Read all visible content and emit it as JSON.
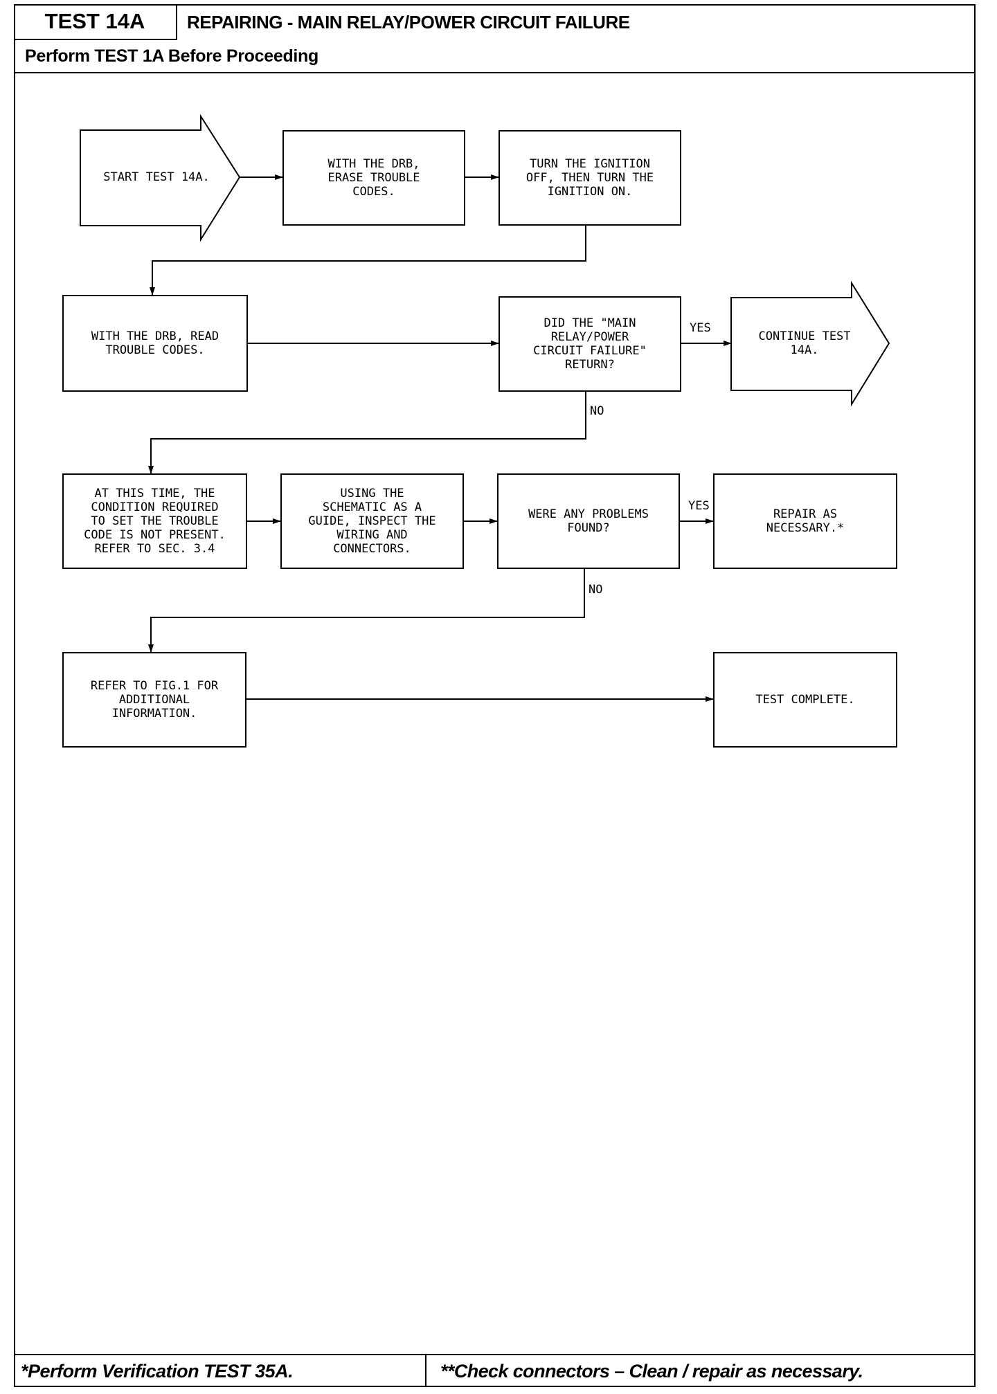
{
  "header": {
    "test_id": "TEST 14A",
    "title": "REPAIRING - MAIN RELAY/POWER CIRCUIT FAILURE",
    "prerequisite": "Perform TEST 1A Before Proceeding"
  },
  "flowchart": {
    "start": "START TEST 14A.",
    "erase_codes": "WITH THE DRB,\nERASE TROUBLE\nCODES.",
    "ignition_cycle": "TURN THE IGNITION\nOFF, THEN TURN THE\nIGNITION ON.",
    "read_codes": "WITH THE DRB, READ\nTROUBLE CODES.",
    "question_failure_return": "DID THE \"MAIN\nRELAY/POWER\nCIRCUIT FAILURE\"\nRETURN?",
    "continue_test": "CONTINUE TEST\n14A.",
    "condition_not_present": "AT THIS TIME, THE\nCONDITION REQUIRED\nTO SET THE TROUBLE\nCODE IS NOT PRESENT.\nREFER TO SEC. 3.4",
    "inspect_wiring": "USING THE\nSCHEMATIC AS A\nGUIDE, INSPECT THE\nWIRING AND\nCONNECTORS.",
    "question_problems_found": "WERE ANY PROBLEMS\nFOUND?",
    "repair": "REPAIR AS\nNECESSARY.*",
    "refer_fig": "REFER TO FIG.1 FOR\nADDITIONAL\nINFORMATION.",
    "test_complete": "TEST COMPLETE.",
    "label_yes": "YES",
    "label_no": "NO"
  },
  "footer": {
    "left_note": "*Perform Verification TEST 35A.",
    "right_note": "**Check connectors – Clean / repair as necessary."
  }
}
